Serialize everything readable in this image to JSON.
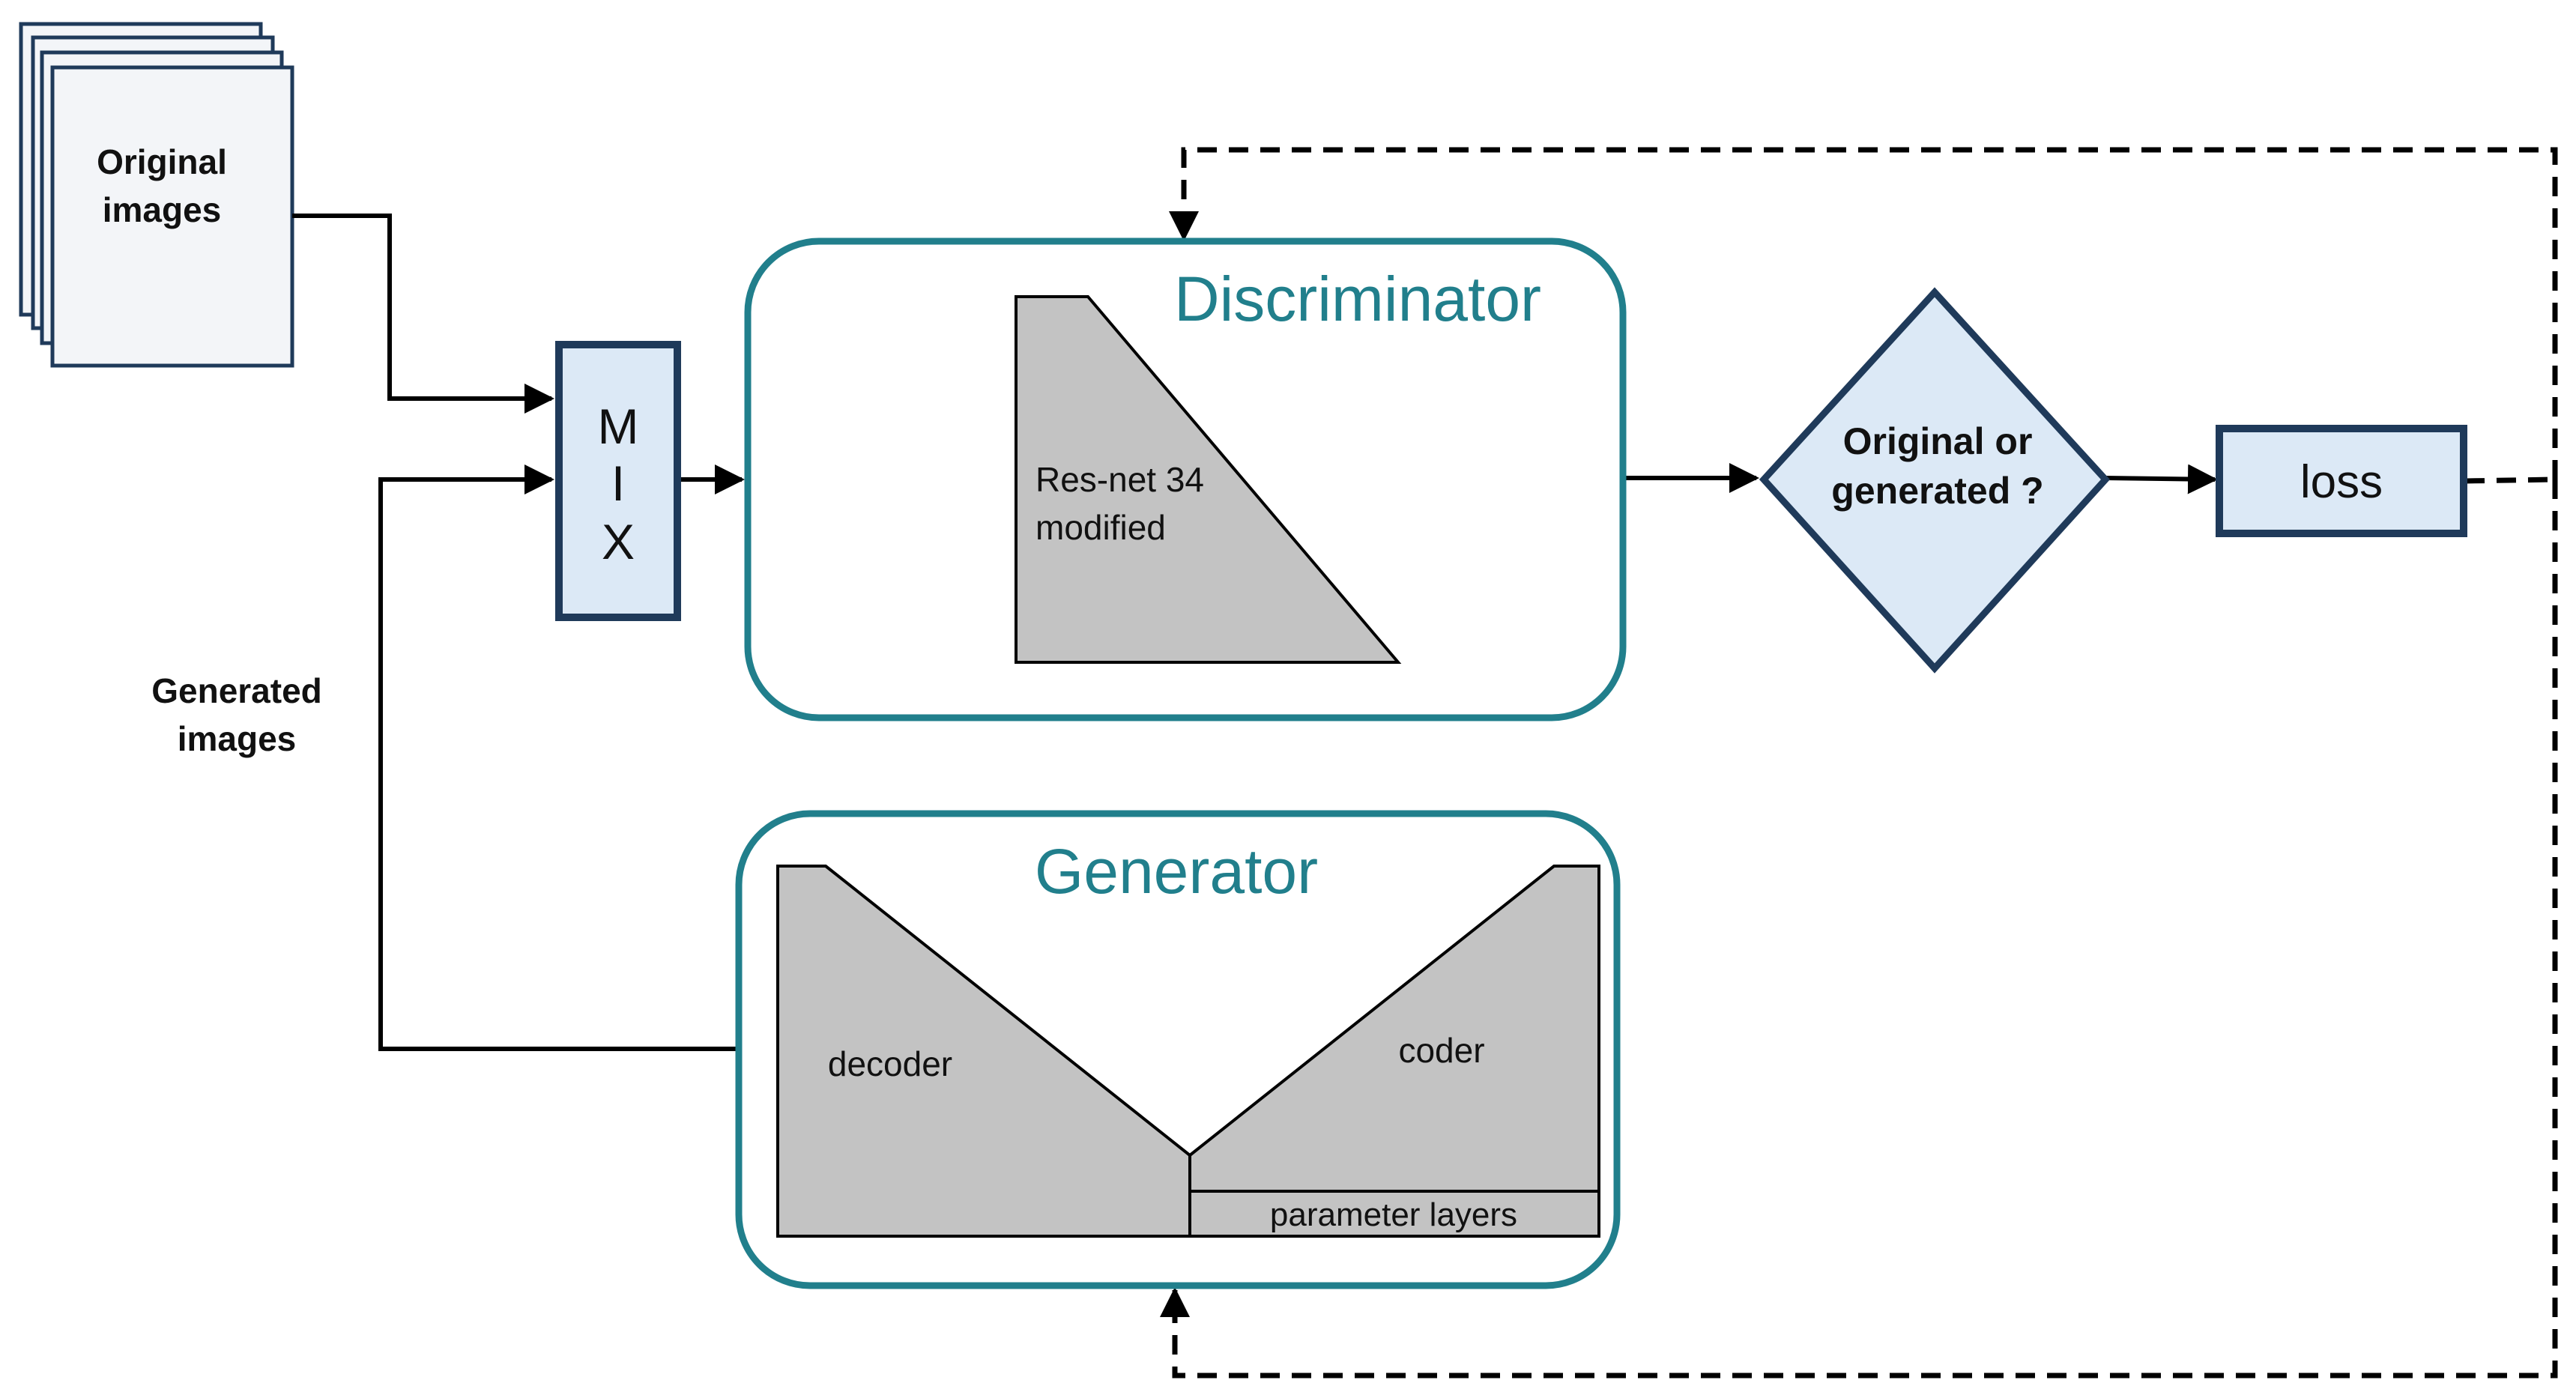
{
  "colors": {
    "teal": "#217f8c",
    "navy": "#1f3a5a",
    "light_fill": "#dce9f6",
    "gray_fill": "#c3c3c3",
    "stack_fill": "#f3f5f8",
    "stroke": "#000000"
  },
  "original_images": {
    "line1": "Original",
    "line2": "images"
  },
  "generated_images": {
    "line1": "Generated",
    "line2": "images"
  },
  "mix": {
    "letters": [
      "M",
      "I",
      "X"
    ]
  },
  "discriminator": {
    "title": "Discriminator",
    "network_line1": "Res-net 34",
    "network_line2": "modified"
  },
  "decision": {
    "line1": "Original or",
    "line2": "generated ?"
  },
  "loss": {
    "label": "loss"
  },
  "generator": {
    "title": "Generator",
    "decoder": "decoder",
    "coder": "coder",
    "parameter_layers": "parameter layers"
  }
}
